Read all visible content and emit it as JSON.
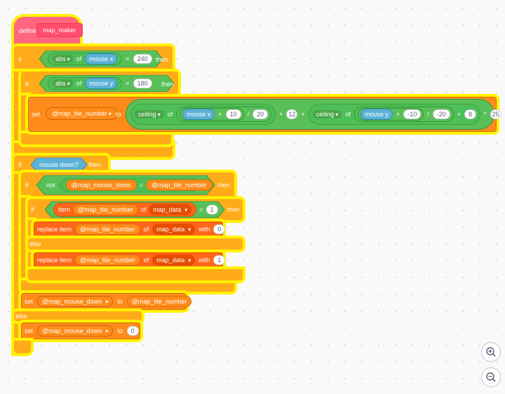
{
  "define": {
    "label": "define",
    "proc_name": "map_maker"
  },
  "if1": {
    "kw_if": "if",
    "abs_label": "abs",
    "of_label": "of",
    "reporter": "mouse x",
    "op": "<",
    "value": "240",
    "kw_then": "then"
  },
  "if2": {
    "kw_if": "if",
    "abs_label": "abs",
    "of_label": "of",
    "reporter": "mouse y",
    "op": "<",
    "value": "180",
    "kw_then": "then"
  },
  "set1": {
    "kw_set": "set",
    "variable": "@map_tile_number",
    "kw_to": "to",
    "ceil1": "ceiling",
    "of1": "of",
    "mouse_x": "mouse x",
    "plus1": "+",
    "n10": "10",
    "div1": "/",
    "n20": "20",
    "plus2": "+",
    "n12": "12",
    "plus3": "+",
    "ceil2": "ceiling",
    "of2": "of",
    "mouse_y": "mouse y",
    "plus4": "+",
    "nneg10": "-10",
    "div2": "/",
    "nneg20": "-20",
    "plus5": "+",
    "n8": "8",
    "times": "*",
    "n25": "25"
  },
  "if3": {
    "kw_if": "if",
    "condition": "mouse down?",
    "kw_then": "then"
  },
  "if4": {
    "kw_if": "if",
    "not_label": "not",
    "left": "@map_mouse_down",
    "op": "=",
    "right": "@map_tile_number",
    "kw_then": "then"
  },
  "if5": {
    "kw_if": "if",
    "item_label": "item",
    "index_var": "@map_tile_number",
    "of_label": "of",
    "list": "map_data",
    "op": "=",
    "value": "1",
    "kw_then": "then"
  },
  "replace1": {
    "label": "replace item",
    "index_var": "@map_tile_number",
    "of_label": "of",
    "list": "map_data",
    "with_label": "with",
    "value": "0"
  },
  "else1": {
    "label": "else"
  },
  "replace2": {
    "label": "replace item",
    "index_var": "@map_tile_number",
    "of_label": "of",
    "list": "map_data",
    "with_label": "with",
    "value": "1"
  },
  "set2": {
    "kw_set": "set",
    "variable": "@map_mouse_down",
    "kw_to": "to",
    "value_var": "@map_tile_number"
  },
  "else2": {
    "label": "else"
  },
  "set3": {
    "kw_set": "set",
    "variable": "@map_mouse_down",
    "kw_to": "to",
    "value": "0"
  },
  "zoom": {
    "zoom_in_icon": "zoom-in-icon",
    "zoom_out_icon": "zoom-out-icon"
  },
  "colors": {
    "events_hat": "#ff6680",
    "control": "#ffab19",
    "operators": "#59c059",
    "sensing": "#5cb1d6",
    "variables": "#ff8c1a",
    "lists": "#ff661a",
    "highlight": "#fff200"
  }
}
